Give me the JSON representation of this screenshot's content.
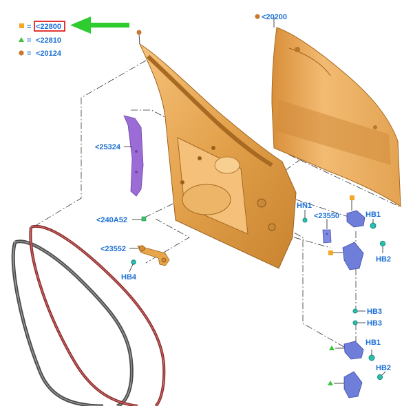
{
  "legend": {
    "items": [
      {
        "marker": "square",
        "color": "#f5a623",
        "equals": "=",
        "code": "<22800",
        "highlighted": true
      },
      {
        "marker": "triangle",
        "color": "#3cc43c",
        "equals": "=",
        "code": "<22810",
        "highlighted": false
      },
      {
        "marker": "circle",
        "color": "#c8782d",
        "equals": "=",
        "code": "<20124",
        "highlighted": false
      }
    ],
    "highlight_color": "#e02020",
    "arrow_color": "#2ecc2e"
  },
  "callouts": {
    "outer_panel": "<20200",
    "reinforcement": "<25324",
    "clip": "<240A52",
    "check_strap": "<23552",
    "check_strap_bolt": "HB4",
    "pin": "HN1",
    "bracket": "<23550",
    "upper_hinge_upper_bolt": "HB1",
    "upper_hinge_lower_bolt": "HB2",
    "hinge_bolt_a": "HB3",
    "hinge_bolt_b": "HB3",
    "lower_hinge_upper_bolt": "HB1",
    "lower_hinge_lower_bolt": "HB2"
  },
  "colors": {
    "label_blue": "#1a6fd6",
    "door_orange": "#e8a64a",
    "reinforcement_purple": "#9b6bd6",
    "hinge_blue": "#6f7fd9",
    "fastener_teal": "#2bbfb0",
    "weatherstrip_red": "#a84040",
    "weatherstrip_gray": "#555555"
  },
  "icons": [
    "square-marker-icon",
    "triangle-marker-icon",
    "circle-marker-icon",
    "green-arrow-icon"
  ]
}
